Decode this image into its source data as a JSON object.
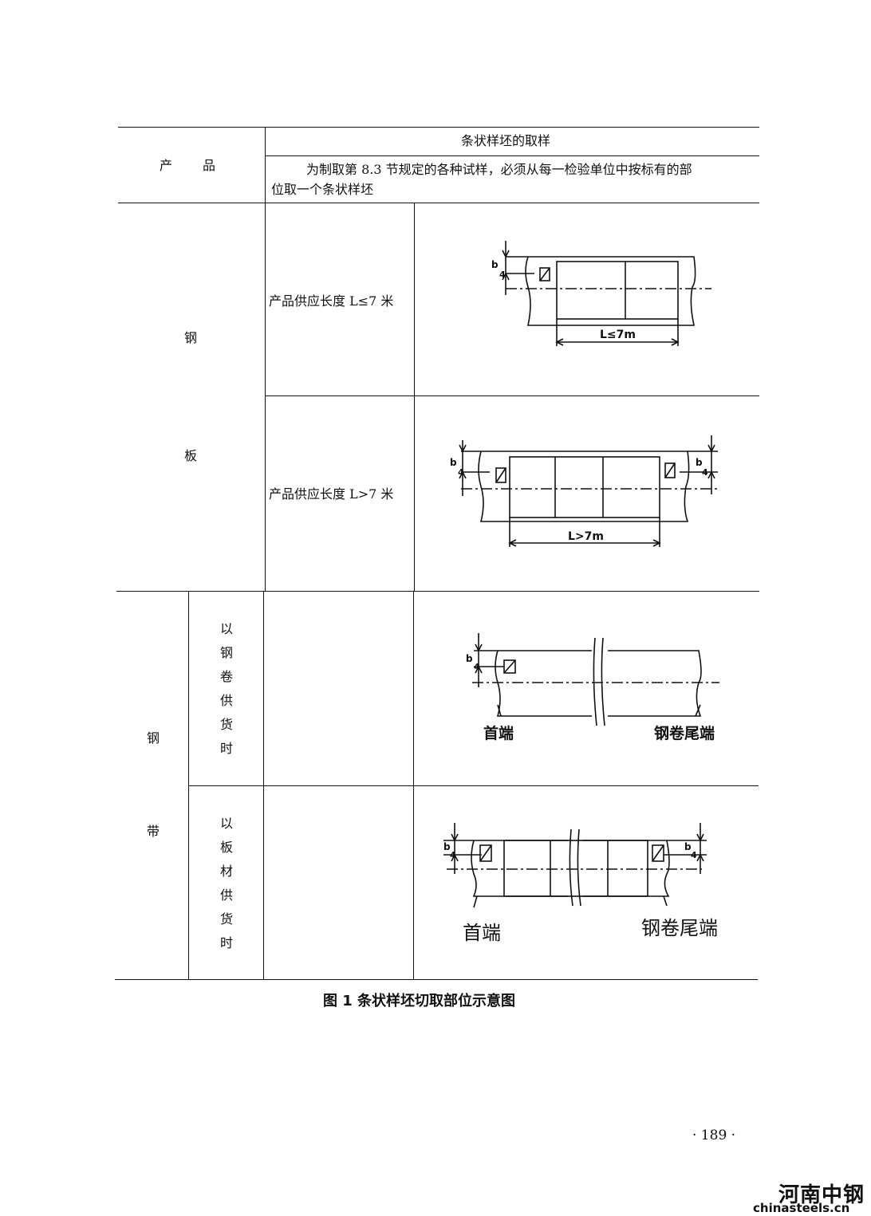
{
  "table": {
    "header_product": "产　　品",
    "header_title": "条状样坯的取样",
    "header_desc_line1": "为制取第 8.3 节规定的各种试样，必须从每一检验单位中按标有的部",
    "header_desc_line2": "位取一个条状样坯",
    "steel_plate_label": [
      "钢",
      "板"
    ],
    "steel_strip_label": [
      "钢",
      "带"
    ],
    "row1_label": "产品供应长度 L≤7 米",
    "row2_label": "产品供应长度 L>7 米",
    "row3_label": [
      "以",
      "钢",
      "卷",
      "供",
      "货",
      "时"
    ],
    "row4_label": [
      "以",
      "板",
      "材",
      "供",
      "货",
      "时"
    ]
  },
  "diagrams": {
    "d1_dim": "L≤7m",
    "d2_dim": "L>7m",
    "dim_b": "b",
    "dim_4": "4",
    "head_end": "首端",
    "tail_end": "钢卷尾端"
  },
  "caption": "图 1 条状样坯切取部位示意图",
  "page_number": "· 189 ·",
  "watermark": {
    "cn": "河南中钢",
    "url": "chinasteels.cn"
  }
}
